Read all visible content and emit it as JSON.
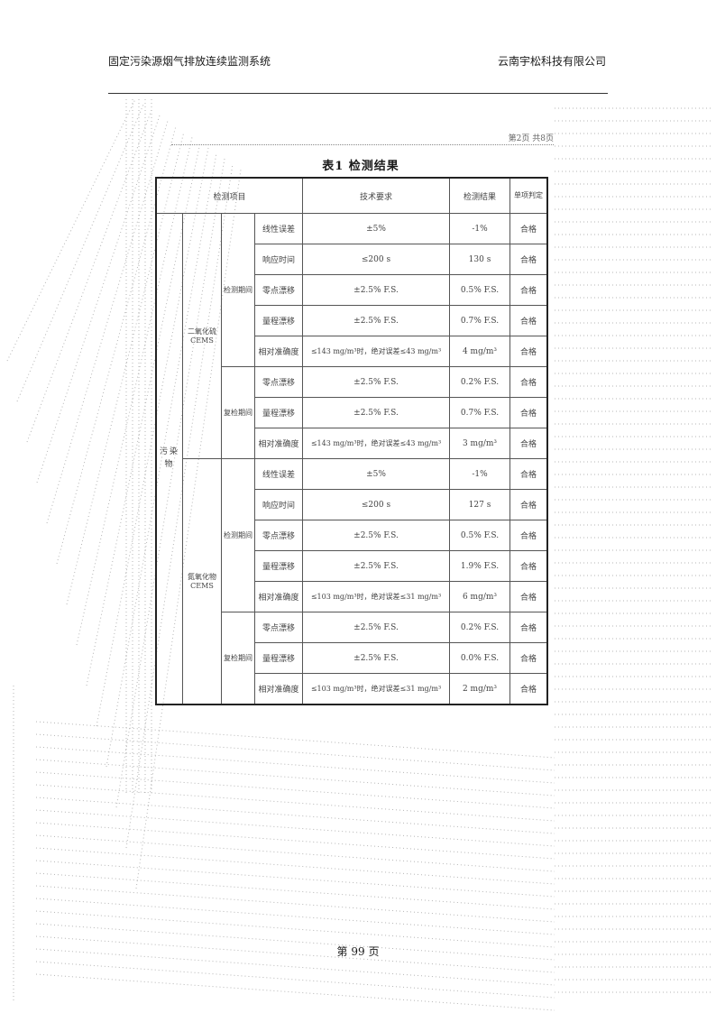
{
  "header": {
    "system_title": "固定污染源烟气排放连续监测系统",
    "company": "云南宇松科技有限公司"
  },
  "page_ref": "第2页 共8页",
  "table_title": "表1 检测结果",
  "table": {
    "headers": {
      "item": "检测项目",
      "requirement": "技术要求",
      "result": "检测结果",
      "conclusion": "单项判定"
    },
    "category": "污染物",
    "groups": [
      {
        "name": "二氧化硫CEMS",
        "periods": [
          {
            "name": "检测期间",
            "rows": [
              {
                "item": "线性误差",
                "requirement": "±5%",
                "result": "-1%",
                "conclusion": "合格"
              },
              {
                "item": "响应时间",
                "requirement": "≤200 s",
                "result": "130 s",
                "conclusion": "合格"
              },
              {
                "item": "零点漂移",
                "requirement": "±2.5% F.S.",
                "result": "0.5% F.S.",
                "conclusion": "合格"
              },
              {
                "item": "量程漂移",
                "requirement": "±2.5% F.S.",
                "result": "0.7% F.S.",
                "conclusion": "合格"
              },
              {
                "item": "相对准确度",
                "requirement": "≤143 mg/m³时，绝对误差≤43 mg/m³",
                "result": "4 mg/m³",
                "conclusion": "合格"
              }
            ]
          },
          {
            "name": "复检期间",
            "rows": [
              {
                "item": "零点漂移",
                "requirement": "±2.5% F.S.",
                "result": "0.2% F.S.",
                "conclusion": "合格"
              },
              {
                "item": "量程漂移",
                "requirement": "±2.5% F.S.",
                "result": "0.7% F.S.",
                "conclusion": "合格"
              },
              {
                "item": "相对准确度",
                "requirement": "≤143 mg/m³时，绝对误差≤43 mg/m³",
                "result": "3 mg/m³",
                "conclusion": "合格"
              }
            ]
          }
        ]
      },
      {
        "name": "氮氧化物CEMS",
        "periods": [
          {
            "name": "检测期间",
            "rows": [
              {
                "item": "线性误差",
                "requirement": "±5%",
                "result": "-1%",
                "conclusion": "合格"
              },
              {
                "item": "响应时间",
                "requirement": "≤200 s",
                "result": "127 s",
                "conclusion": "合格"
              },
              {
                "item": "零点漂移",
                "requirement": "±2.5% F.S.",
                "result": "0.5% F.S.",
                "conclusion": "合格"
              },
              {
                "item": "量程漂移",
                "requirement": "±2.5% F.S.",
                "result": "1.9% F.S.",
                "conclusion": "合格"
              },
              {
                "item": "相对准确度",
                "requirement": "≤103 mg/m³时，绝对误差≤31 mg/m³",
                "result": "6 mg/m³",
                "conclusion": "合格"
              }
            ]
          },
          {
            "name": "复检期间",
            "rows": [
              {
                "item": "零点漂移",
                "requirement": "±2.5% F.S.",
                "result": "0.2% F.S.",
                "conclusion": "合格"
              },
              {
                "item": "量程漂移",
                "requirement": "±2.5% F.S.",
                "result": "0.0% F.S.",
                "conclusion": "合格"
              },
              {
                "item": "相对准确度",
                "requirement": "≤103 mg/m³时，绝对误差≤31 mg/m³",
                "result": "2 mg/m³",
                "conclusion": "合格"
              }
            ]
          }
        ]
      }
    ]
  },
  "page_number": "第 99 页",
  "colors": {
    "text": "#1a1a1a",
    "table_text": "#444444",
    "border": "#555555",
    "dots": "#b5b5b5"
  }
}
